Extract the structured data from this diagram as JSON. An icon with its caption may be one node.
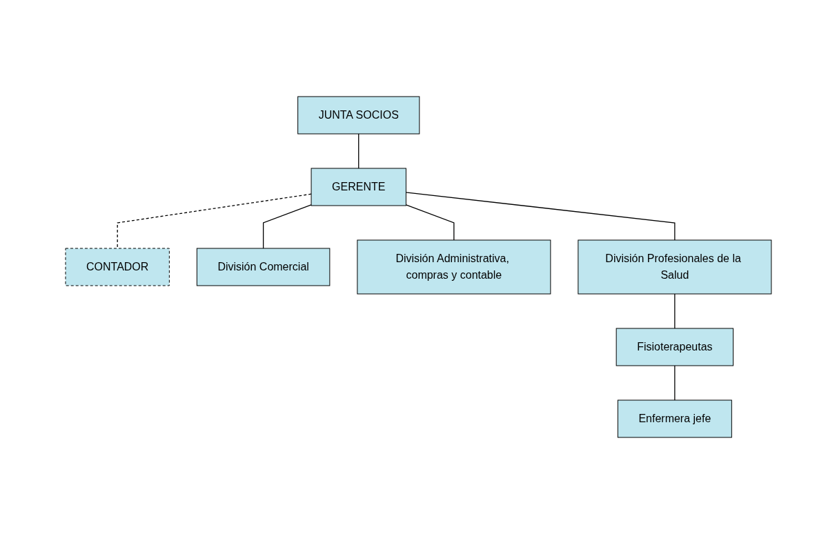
{
  "diagram": {
    "nodes": [
      {
        "text": [
          "JUNTA SOCIOS"
        ]
      },
      {
        "text": [
          "GERENTE"
        ]
      },
      {
        "text": [
          "CONTADOR"
        ]
      },
      {
        "text": [
          "División Comercial"
        ]
      },
      {
        "text": [
          "División Administrativa, compras y contable"
        ]
      },
      {
        "text": [
          "División Profesionales de la Salud"
        ]
      },
      {
        "text": [
          "Fisioterapeutas"
        ]
      },
      {
        "text": [
          "Enfermera jefe"
        ]
      }
    ],
    "edges": [
      {
        "from": 0,
        "to": 1,
        "arrow": "none"
      },
      {
        "from": 1,
        "to": 2,
        "arrow": "none",
        "style": "dashed"
      },
      {
        "from": 1,
        "to": 3,
        "arrow": "none"
      },
      {
        "from": 1,
        "to": 4,
        "arrow": "none"
      },
      {
        "from": 1,
        "to": 5,
        "arrow": "none"
      },
      {
        "from": 5,
        "to": 6,
        "arrow": "none"
      },
      {
        "from": 6,
        "to": 7,
        "arrow": "none"
      }
    ]
  }
}
